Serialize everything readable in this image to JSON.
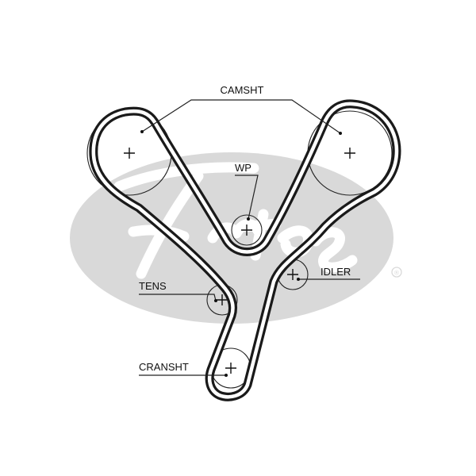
{
  "labels": {
    "camshaft": "CAMSHT",
    "water_pump": "WP",
    "tensioner": "TENS",
    "idler": "IDLER",
    "crankshaft": "CRANSHT"
  },
  "watermark": {
    "brand": "Gates",
    "registered_mark": "®",
    "color": "#d9d9d9"
  },
  "colors": {
    "belt": "#1a1a1a",
    "line": "#222222",
    "text": "#111111"
  }
}
